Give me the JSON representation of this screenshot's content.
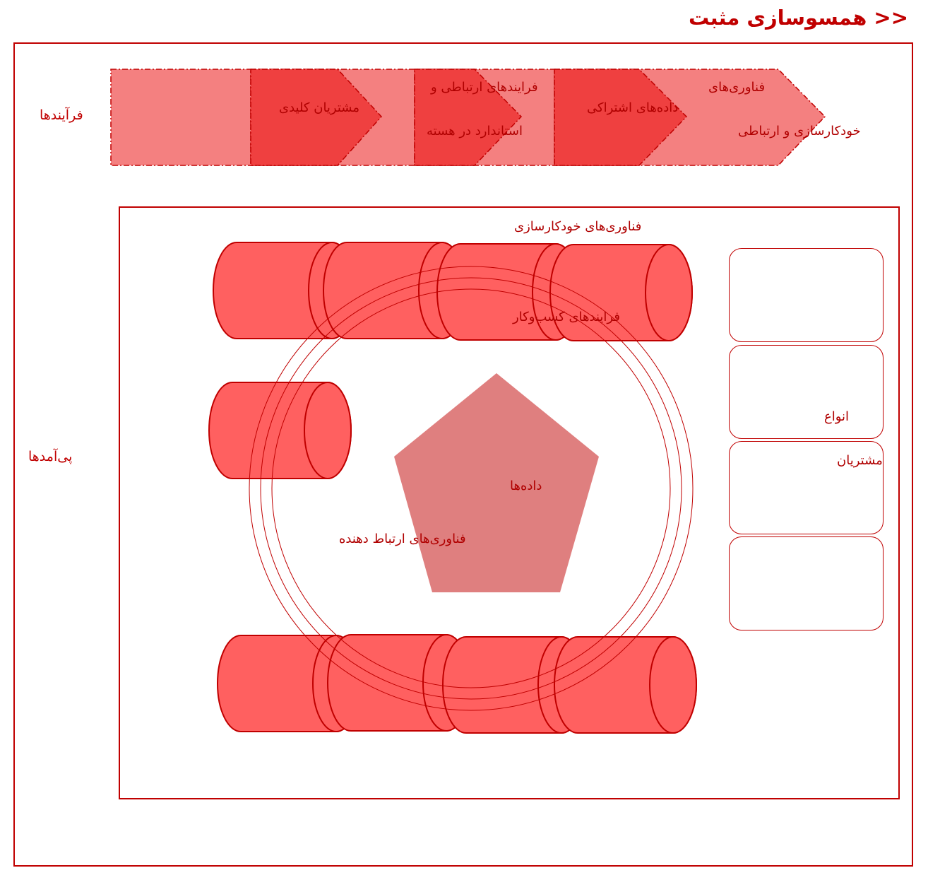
{
  "title": "<< همسوسازی مثبت",
  "side_labels": {
    "processes": "فرآیندها",
    "outcomes": "پی‌آمدها"
  },
  "process_chain": {
    "key_customers": "مشتریان کلیدی",
    "core_line1": "فرایندهای ارتباطی و",
    "core_line2": "استاندارد در هسته",
    "shared_data": "داده‌های اشتراکی",
    "tech_line1": "فناوری‌های",
    "tech_line2": "خودکارسازی و ارتباطی"
  },
  "center": {
    "automation_tech": "فناوری‌های خودکارسازی",
    "business_processes": "فرایندهای کسب‌وکار",
    "data": "داده‌ها",
    "connecting_tech": "فناوری‌های ارتباط دهنده"
  },
  "customer_types": {
    "line1": "انواع",
    "line2": "مشتریان"
  },
  "colors": {
    "accent": "#c00000",
    "chevron_light": "#f48080",
    "chevron_dark": "#ef4040",
    "cylinder": "#ff6060",
    "pentagon": "#df7f7f"
  }
}
